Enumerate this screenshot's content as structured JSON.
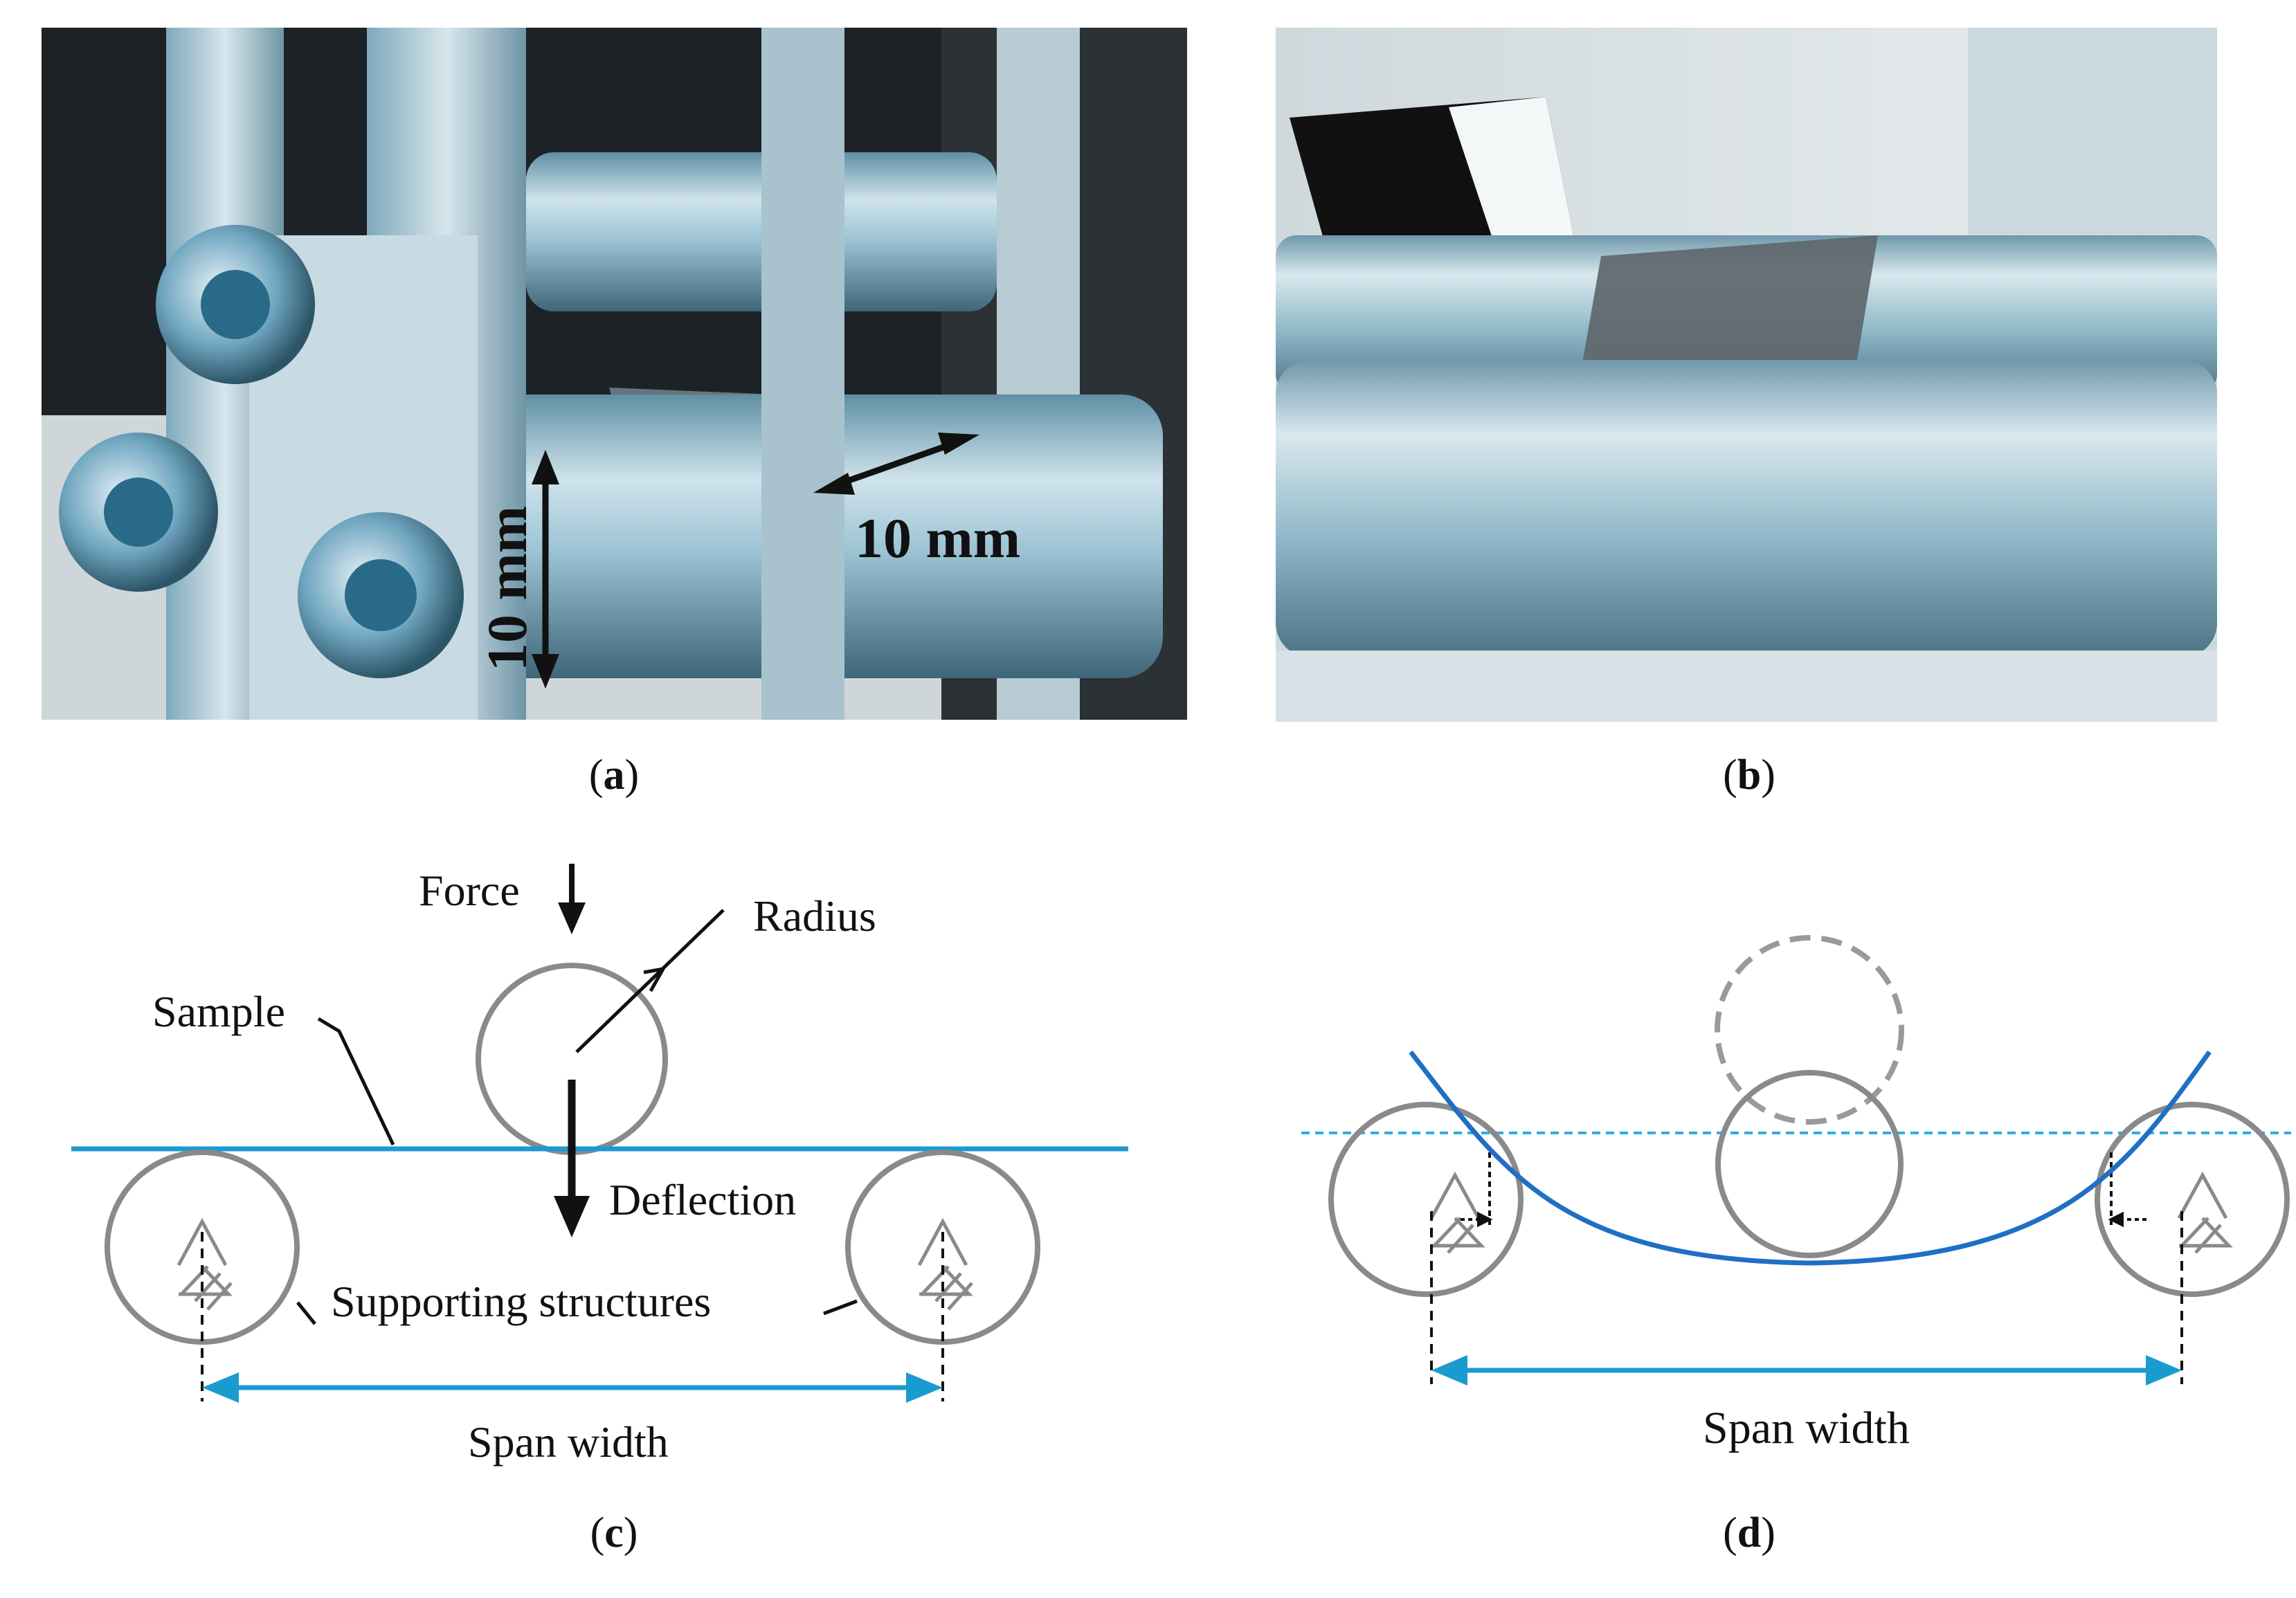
{
  "panel_a": {
    "caption_open": "(",
    "caption_letter": "a",
    "caption_close": ")",
    "label_horizontal": "10 mm",
    "label_vertical": "10 mm"
  },
  "panel_b": {
    "caption_open": "(",
    "caption_letter": "b",
    "caption_close": ")"
  },
  "panel_c": {
    "caption_open": "(",
    "caption_letter": "c",
    "caption_close": ")",
    "label_force": "Force",
    "label_radius": "Radius",
    "label_sample": "Sample",
    "label_deflection": "Deflection",
    "label_supports": "Supporting structures",
    "label_span": "Span width"
  },
  "panel_d": {
    "caption_open": "(",
    "caption_letter": "d",
    "caption_close": ")",
    "label_span": "Span width"
  },
  "colors": {
    "sample_blue": "#1a9bd0",
    "bent_blue": "#1f6fc4",
    "support_gray": "#8a8a8a",
    "metal_dark": "#1c2226"
  }
}
